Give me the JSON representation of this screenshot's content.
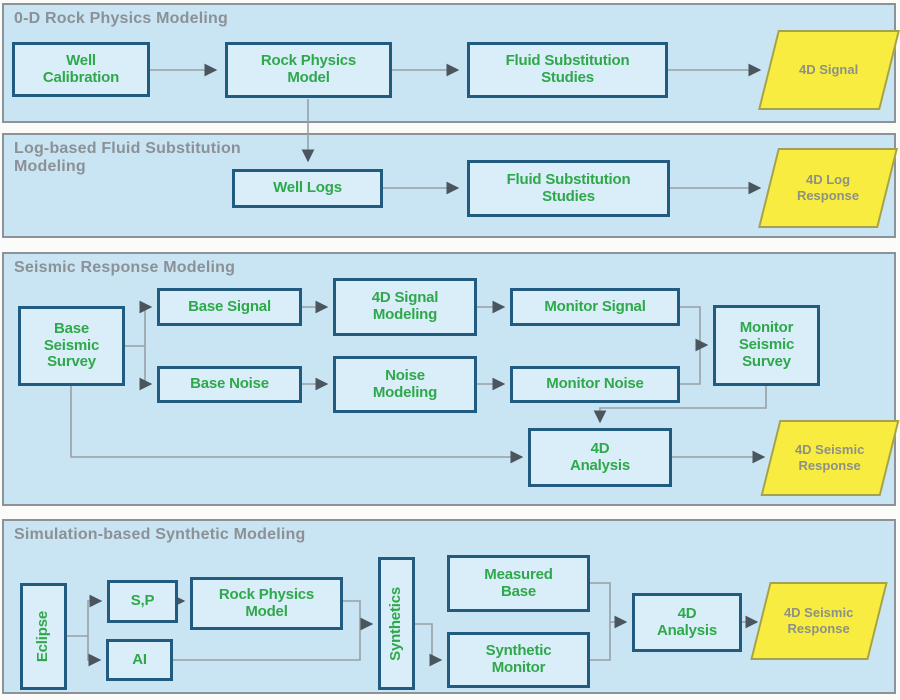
{
  "diagram": {
    "colors": {
      "panel_bg": "#c9e4f2",
      "panel_border": "#8b9298",
      "node_bg": "#d9eef9",
      "node_border": "#215c80",
      "node_text_green": "#2fa84b",
      "title_gray": "#8b9196",
      "connector_gray": "#98a0a6",
      "arrow_gray": "#4a555e",
      "output_yellow": "#f7ec3f",
      "output_border": "#a3a24e",
      "output_text": "#8d9186"
    },
    "panels": [
      {
        "title": "0-D Rock Physics Modeling",
        "nodes": {
          "well_calibration": "Well\nCalibration",
          "rock_physics_model": "Rock Physics\nModel",
          "fluid_substitution_studies": "Fluid Substitution\nStudies",
          "signal_4d": "4D Signal"
        }
      },
      {
        "title": "Log-based Fluid Substitution\nModeling",
        "nodes": {
          "well_logs": "Well Logs",
          "fluid_substitution_studies": "Fluid Substitution\nStudies",
          "log_response_4d": "4D Log\nResponse"
        }
      },
      {
        "title": "Seismic Response Modeling",
        "nodes": {
          "base_seismic_survey": "Base\nSeismic\nSurvey",
          "base_signal": "Base Signal",
          "signal_modeling_4d": "4D Signal\nModeling",
          "monitor_signal": "Monitor Signal",
          "base_noise": "Base Noise",
          "noise_modeling": "Noise\nModeling",
          "monitor_noise": "Monitor Noise",
          "monitor_seismic_survey": "Monitor\nSeismic\nSurvey",
          "analysis_4d": "4D\nAnalysis",
          "seismic_response_4d": "4D Seismic\nResponse"
        }
      },
      {
        "title": "Simulation-based Synthetic Modeling",
        "nodes": {
          "eclipse": "Eclipse",
          "sp": "S,P",
          "ai": "AI",
          "rock_physics_model": "Rock Physics\nModel",
          "synthetics": "Synthetics",
          "measured_base": "Measured\nBase",
          "synthetic_monitor": "Synthetic\nMonitor",
          "analysis_4d": "4D\nAnalysis",
          "seismic_response_4d": "4D Seismic\nResponse"
        }
      }
    ]
  }
}
